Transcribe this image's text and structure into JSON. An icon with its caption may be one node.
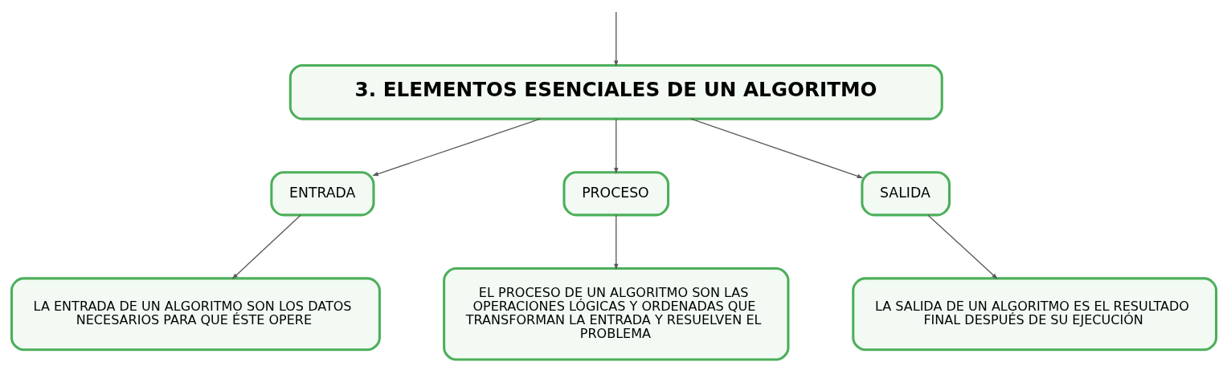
{
  "diagram": {
    "nodes": [
      {
        "text": [
          "3. ELEMENTOS ESENCIALES DE UN ALGORITMO"
        ]
      },
      {
        "text": [
          "ENTRADA"
        ]
      },
      {
        "text": [
          "PROCESO"
        ]
      },
      {
        "text": [
          "SALIDA"
        ]
      },
      {
        "text": [
          "LA ENTRADA DE UN ALGORITMO SON LOS DATOS NECESARIOS PARA QUE ÉSTE OPERE"
        ]
      },
      {
        "text": [
          "EL PROCESO DE UN ALGORITMO SON LAS OPERACIONES LÓGICAS Y ORDENADAS QUE TRANSFORMAN LA ENTRADA Y RESUELVEN EL PROBLEMA"
        ]
      },
      {
        "text": [
          "LA SALIDA DE UN ALGORITMO ES EL RESULTADO FINAL DESPUÉS DE SU EJECUCIÓN"
        ]
      }
    ],
    "edges": [
      {
        "from": null,
        "to": 0,
        "arrow": "to"
      },
      {
        "from": 0,
        "to": 1,
        "arrow": "to"
      },
      {
        "from": 0,
        "to": 2,
        "arrow": "to"
      },
      {
        "from": 0,
        "to": 3,
        "arrow": "to"
      },
      {
        "from": 1,
        "to": 4,
        "arrow": "to"
      },
      {
        "from": 2,
        "to": 5,
        "arrow": "to"
      },
      {
        "from": 3,
        "to": 6,
        "arrow": "to"
      }
    ]
  }
}
